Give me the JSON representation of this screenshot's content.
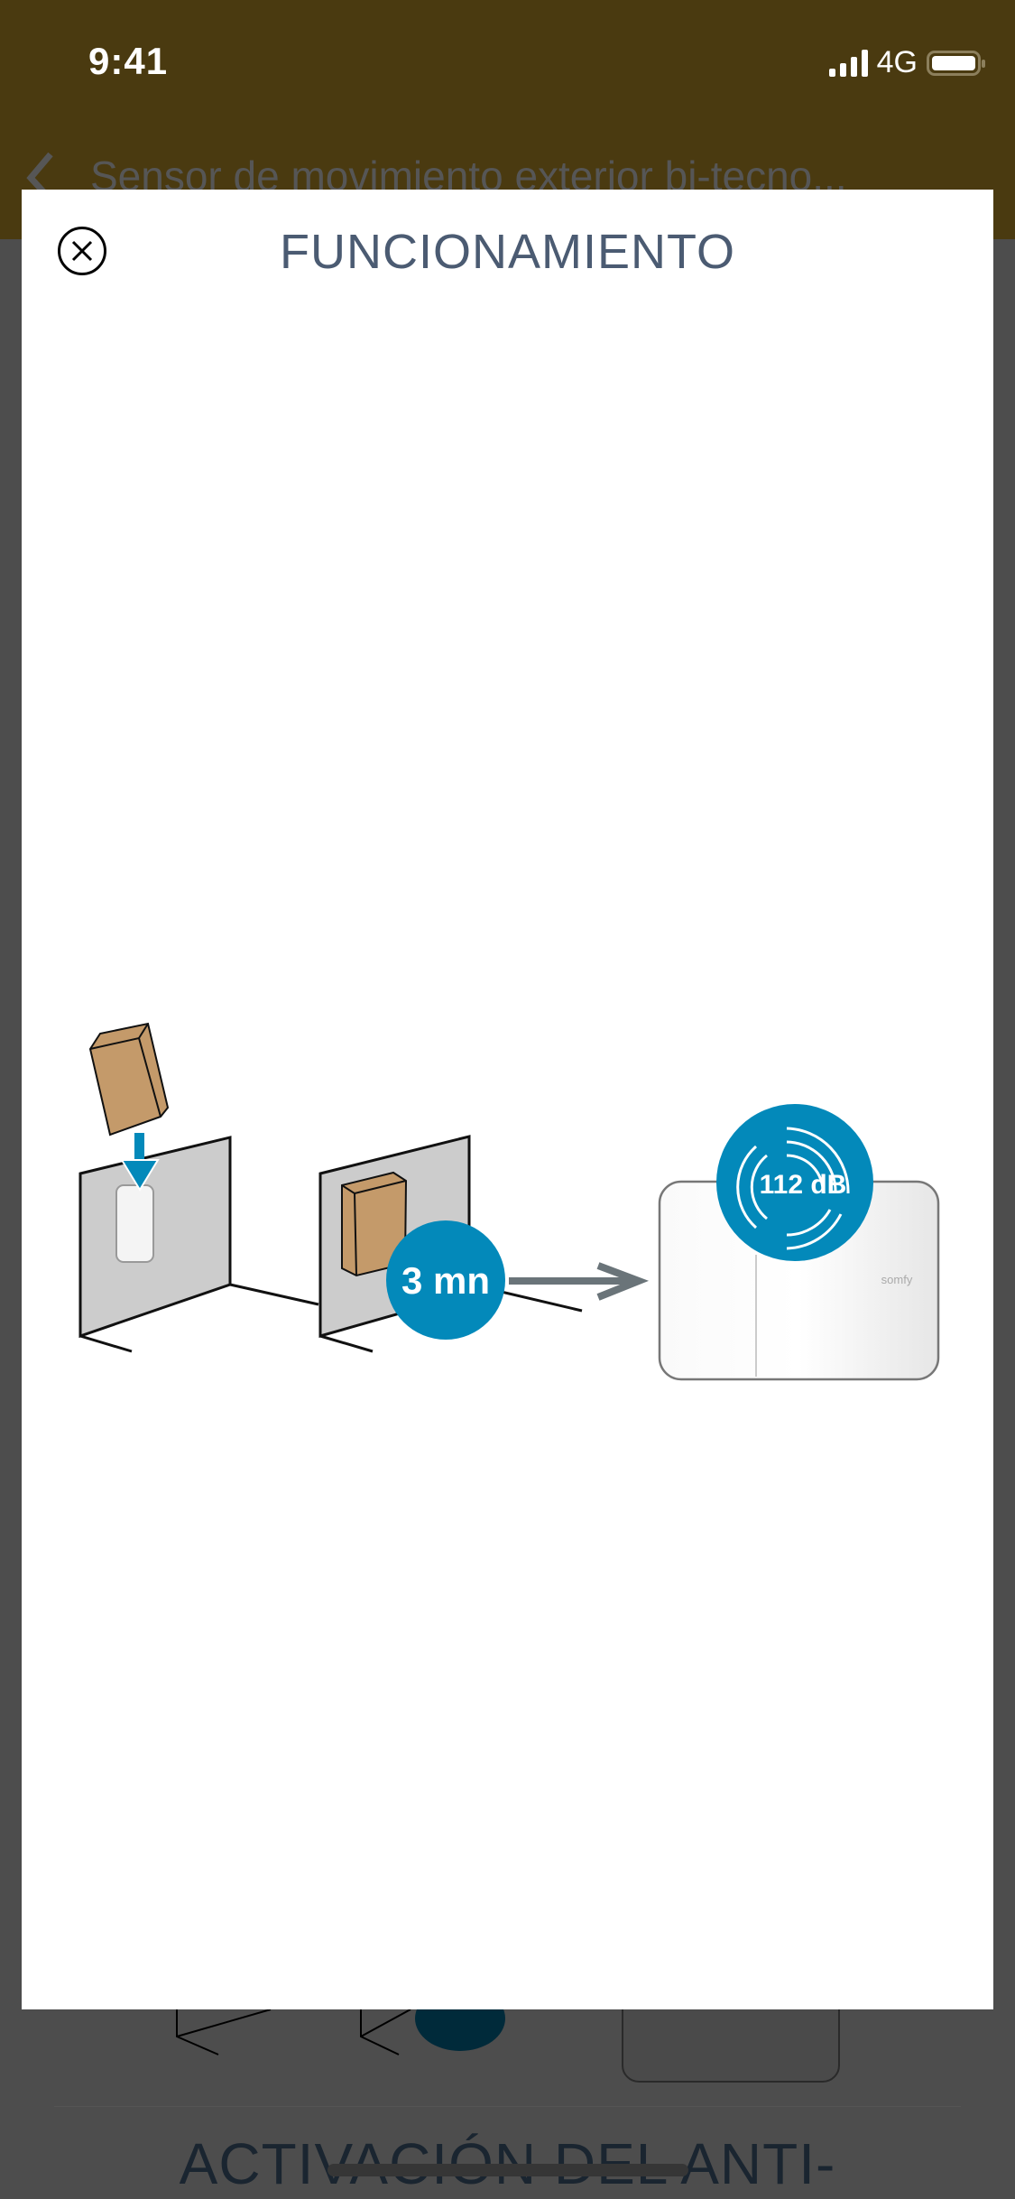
{
  "status_bar": {
    "time": "9:41",
    "network": "4G"
  },
  "header": {
    "title": "Sensor de movimiento exterior bi-tecno..."
  },
  "modal": {
    "title": "FUNCIONAMIENTO",
    "illustration": {
      "timer_label": "3 mn",
      "siren_label": "112 dB",
      "brand_label": "somfy"
    }
  },
  "background": {
    "section_title": "ACTIVACIÓN DEL ANTI-"
  },
  "colors": {
    "header": "#4a3a10",
    "accent_blue": "#0389ba",
    "box": "#c49a6a",
    "title": "#4b5b72"
  }
}
